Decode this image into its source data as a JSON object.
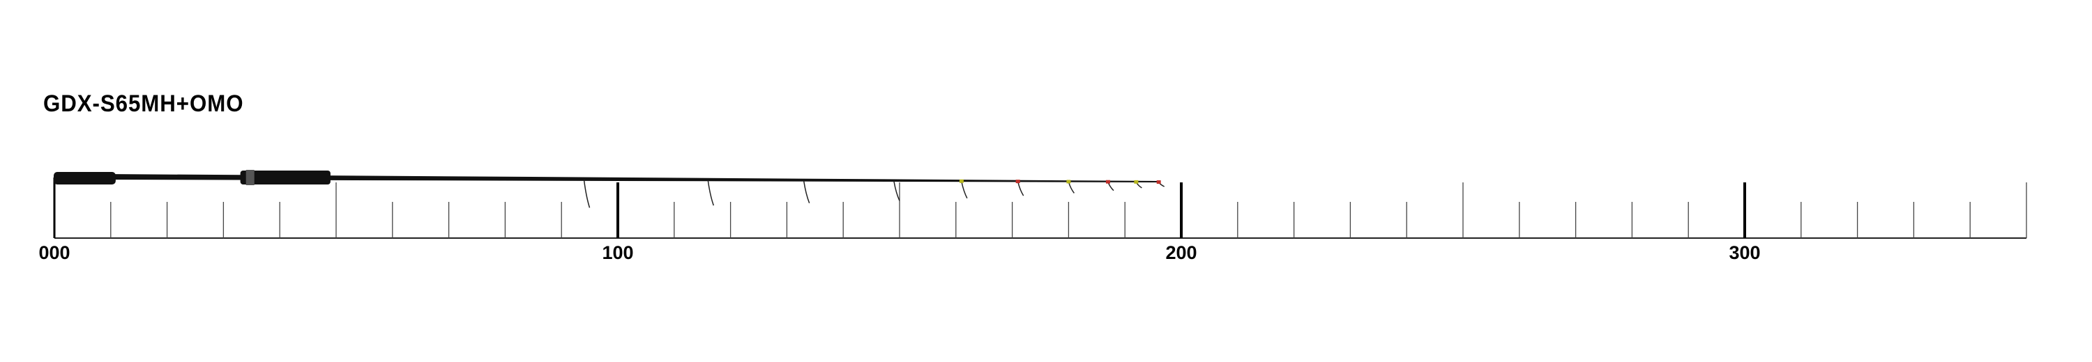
{
  "title": "GDX-S65MH+OMO",
  "scale": {
    "unit_max": 350,
    "minor_step": 10,
    "labels": [
      "000",
      "100",
      "200",
      "300"
    ]
  },
  "rod": {
    "length_units": 196,
    "guide_positions": [
      94,
      116,
      133,
      149,
      161,
      171,
      180,
      187,
      192,
      196
    ],
    "colors": {
      "blank": "#111111",
      "accent_yellow": "#b8b81e",
      "accent_red": "#c0302a"
    }
  }
}
